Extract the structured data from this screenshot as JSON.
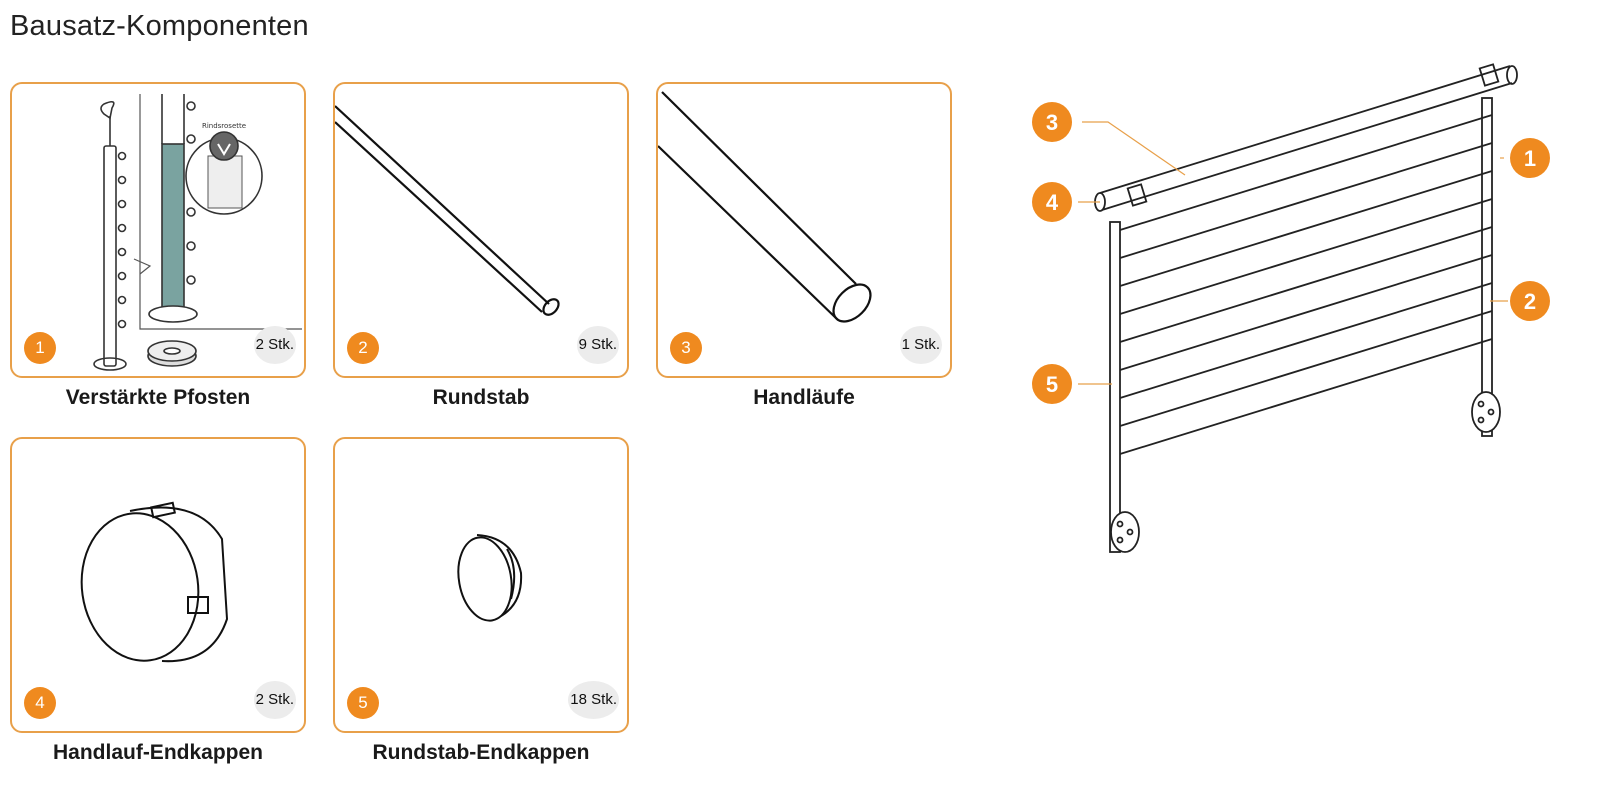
{
  "title": "Bausatz-Komponenten",
  "components": [
    {
      "number": "1",
      "qty": "2 Stk.",
      "label": "Verstärkte Pfosten",
      "inset_label": "Rindsrosette"
    },
    {
      "number": "2",
      "qty": "9 Stk.",
      "label": "Rundstab"
    },
    {
      "number": "3",
      "qty": "1 Stk.",
      "label": "Handläufe"
    },
    {
      "number": "4",
      "qty": "2 Stk.",
      "label": "Handlauf-Endkappen"
    },
    {
      "number": "5",
      "qty": "18 Stk.",
      "label": "Rundstab-Endkappen"
    }
  ],
  "callouts": [
    "1",
    "2",
    "3",
    "4",
    "5"
  ],
  "colors": {
    "accent": "#ef8a1f",
    "card_border": "#e8a04a",
    "qty_bg": "#ececec"
  }
}
